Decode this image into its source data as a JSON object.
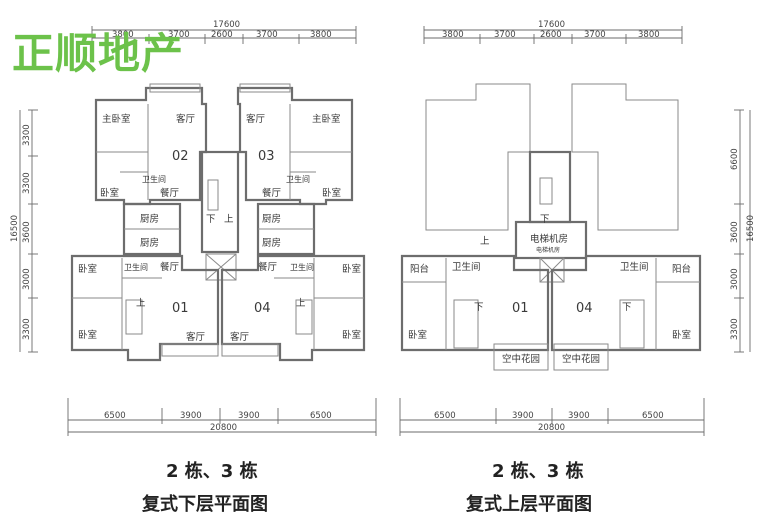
{
  "watermark": {
    "text": "正顺地产",
    "color": "#6cc24a"
  },
  "lower_plan": {
    "total_width_top": "17600",
    "top_segments": [
      "3800",
      "3700",
      "2600",
      "3700",
      "3800"
    ],
    "total_width_bottom": "20800",
    "bottom_segments": [
      "6500",
      "3900",
      "3900",
      "6500"
    ],
    "depth_total": "16500",
    "depth_segments": [
      "3300",
      "3300",
      "3600",
      "3000",
      "3300"
    ],
    "units": [
      "02",
      "03",
      "01",
      "04"
    ],
    "rooms": {
      "master_bedroom_a": "主卧室",
      "master_bedroom_b": "主卧室",
      "living_a": "客厅",
      "living_b": "客厅",
      "living_c": "客厅",
      "living_d": "客厅",
      "bedroom_a": "卧室",
      "bedroom_b": "卧室",
      "bedroom_c": "卧室",
      "bedroom_d": "卧室",
      "bedroom_e": "卧室",
      "bedroom_f": "卧室",
      "dining_a": "餐厅",
      "dining_b": "餐厅",
      "dining_c": "餐厅",
      "dining_d": "餐厅",
      "kitchen_a": "厨房",
      "kitchen_b": "厨房",
      "kitchen_c": "厨房",
      "kitchen_d": "厨房",
      "bath_a": "卫生间",
      "bath_b": "卫生间",
      "bath_c": "卫生间",
      "bath_d": "卫生间",
      "up_a": "上",
      "up_b": "上",
      "up_c": "上",
      "down": "下"
    },
    "caption_line1": "2 栋、3 栋",
    "caption_line2": "复式下层平面图"
  },
  "upper_plan": {
    "total_width_top": "17600",
    "top_segments": [
      "3800",
      "3700",
      "2600",
      "3700",
      "3800"
    ],
    "total_width_bottom": "20800",
    "bottom_segments": [
      "6500",
      "3900",
      "3900",
      "6500"
    ],
    "depth_total": "16500",
    "depth_segments": [
      "6600",
      "3600",
      "3000",
      "3300"
    ],
    "units": [
      "01",
      "04"
    ],
    "rooms": {
      "elevator_room": "电梯机房",
      "elevator_room_small": "电梯机房",
      "balcony_a": "阳台",
      "balcony_b": "阳台",
      "bath_a": "卫生间",
      "bath_b": "卫生间",
      "bedroom_a": "卧室",
      "bedroom_b": "卧室",
      "sky_garden_a": "空中花园",
      "sky_garden_b": "空中花园",
      "up": "上",
      "down_a": "下",
      "down_b": "下",
      "down_c": "下"
    },
    "caption_line1": "2 栋、3 栋",
    "caption_line2": "复式上层平面图"
  }
}
